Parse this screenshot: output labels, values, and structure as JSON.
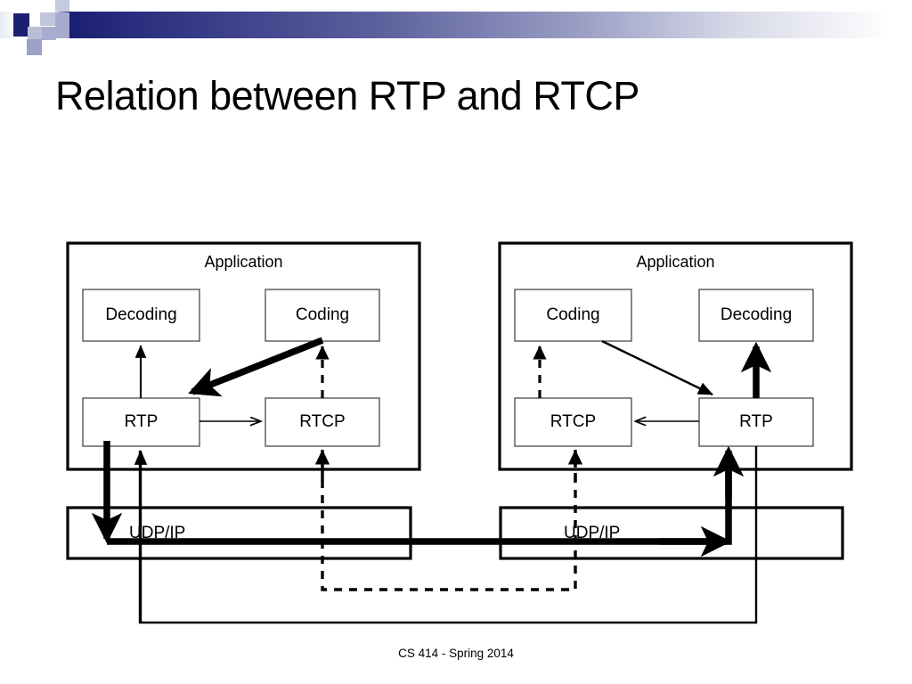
{
  "slide": {
    "title": "Relation between RTP and RTCP",
    "footer": "CS 414 - Spring 2014",
    "header_decoration": "blue-gradient-band-with-checker-squares"
  },
  "colors": {
    "background": "#ffffff",
    "text": "#000000",
    "band_dark": "#1a1f71",
    "band_mid": "#5a5f9c",
    "band_light": "#d8dae8",
    "stroke": "#000000"
  },
  "diagram": {
    "type": "block-diagram",
    "description": "Two peer hosts, each with an Application containing Coding/Decoding over RTP and RTCP, sitting on UDP/IP",
    "left_host": {
      "container_label": "Application",
      "blocks": [
        {
          "id": "left-decoding",
          "label": "Decoding"
        },
        {
          "id": "left-coding",
          "label": "Coding"
        },
        {
          "id": "left-rtp",
          "label": "RTP"
        },
        {
          "id": "left-rtcp",
          "label": "RTCP"
        }
      ],
      "transport_label": "UDP/IP"
    },
    "right_host": {
      "container_label": "Application",
      "blocks": [
        {
          "id": "right-coding",
          "label": "Coding"
        },
        {
          "id": "right-decoding",
          "label": "Decoding"
        },
        {
          "id": "right-rtcp",
          "label": "RTCP"
        },
        {
          "id": "right-rtp",
          "label": "RTP"
        }
      ],
      "transport_label": "UDP/IP"
    },
    "connections": [
      {
        "from": "left-rtp",
        "to": "left-decoding",
        "style": "thin-solid",
        "direction": "up"
      },
      {
        "from": "left-coding",
        "to": "left-rtp",
        "style": "bold-solid",
        "direction": "down-left"
      },
      {
        "from": "left-rtp",
        "to": "left-rtcp",
        "style": "thin-solid",
        "direction": "right"
      },
      {
        "from": "left-rtcp",
        "to": "left-coding",
        "style": "dashed",
        "direction": "up"
      },
      {
        "from": "left-rtp",
        "to": "left-udpip",
        "style": "bold-solid",
        "direction": "down"
      },
      {
        "from": "left-udpip",
        "to": "left-rtp",
        "style": "thin-solid",
        "direction": "up"
      },
      {
        "from": "left-udpip",
        "to": "right-udpip",
        "style": "bold-solid",
        "direction": "right"
      },
      {
        "from": "right-udpip",
        "to": "right-rtp",
        "style": "bold-solid",
        "direction": "up"
      },
      {
        "from": "right-rtp",
        "to": "right-decoding",
        "style": "bold-solid",
        "direction": "up"
      },
      {
        "from": "right-coding",
        "to": "right-rtp",
        "style": "thin-solid",
        "direction": "down-right"
      },
      {
        "from": "right-rtp",
        "to": "right-rtcp",
        "style": "thin-solid",
        "direction": "left"
      },
      {
        "from": "right-rtcp",
        "to": "right-coding",
        "style": "dashed",
        "direction": "up"
      },
      {
        "from": "left-rtcp",
        "to": "right-rtcp",
        "style": "dashed",
        "direction": "bidirectional-bus"
      },
      {
        "from": "right-rtp",
        "to": "left-rtp",
        "style": "thin-solid",
        "direction": "return-bus"
      }
    ]
  }
}
